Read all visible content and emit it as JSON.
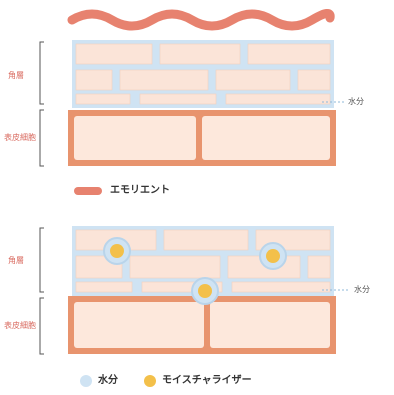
{
  "diagram_top": {
    "layer_horny": "角層",
    "layer_dermis": "表皮細胞",
    "water_label": "水分",
    "legend_label": "エモリエント"
  },
  "diagram_bottom": {
    "layer_horny": "角層",
    "layer_dermis": "表皮細胞",
    "water_label": "水分",
    "legend_water": "水分",
    "legend_moisturizer": "モイスチャライザー"
  },
  "colors": {
    "brick": "#fbe4d8",
    "brick_border": "#f6d2c2",
    "cell": "#fde8dc",
    "cell_border": "#e8946e",
    "water": "#cfe3f3",
    "emollient": "#e7826f",
    "moisturizer": "#f3c04a",
    "bracket": "#e07c6c"
  }
}
